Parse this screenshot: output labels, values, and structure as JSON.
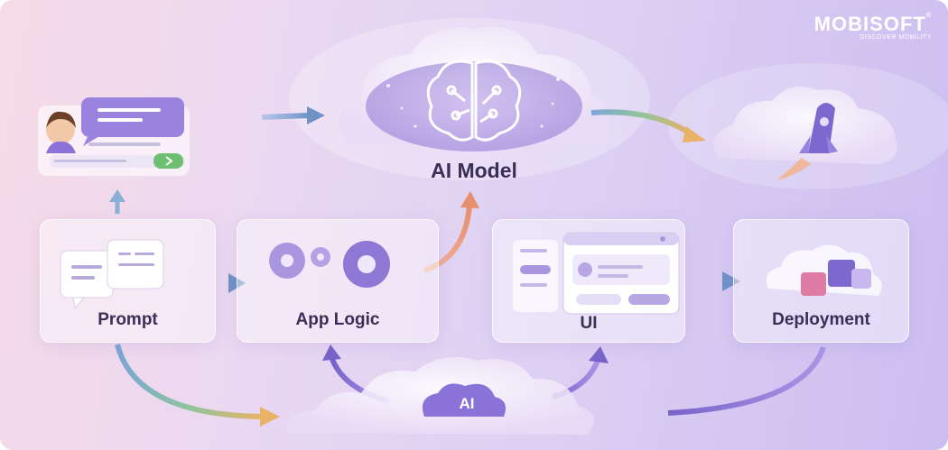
{
  "brand": {
    "name": "MOBISOFT",
    "registered": "®",
    "tagline": "DISCOVER MOBILITY"
  },
  "nodes": {
    "prompt": "Prompt",
    "app_logic": "App Logic",
    "ai_model": "AI Model",
    "ui": "UI",
    "deployment": "Deployment",
    "ai_badge": "AI"
  },
  "colors": {
    "text": "#3a2f57",
    "accent": "#8a73d8",
    "chat_send": "#6fbf73",
    "rocket": "#7d68d0"
  },
  "icons": [
    "user-avatar-icon",
    "chat-bubble-icon",
    "send-icon",
    "document-icon",
    "gears-icon",
    "brain-icon",
    "rocket-icon",
    "browser-window-icon",
    "cubes-icon",
    "ai-cloud-icon"
  ]
}
